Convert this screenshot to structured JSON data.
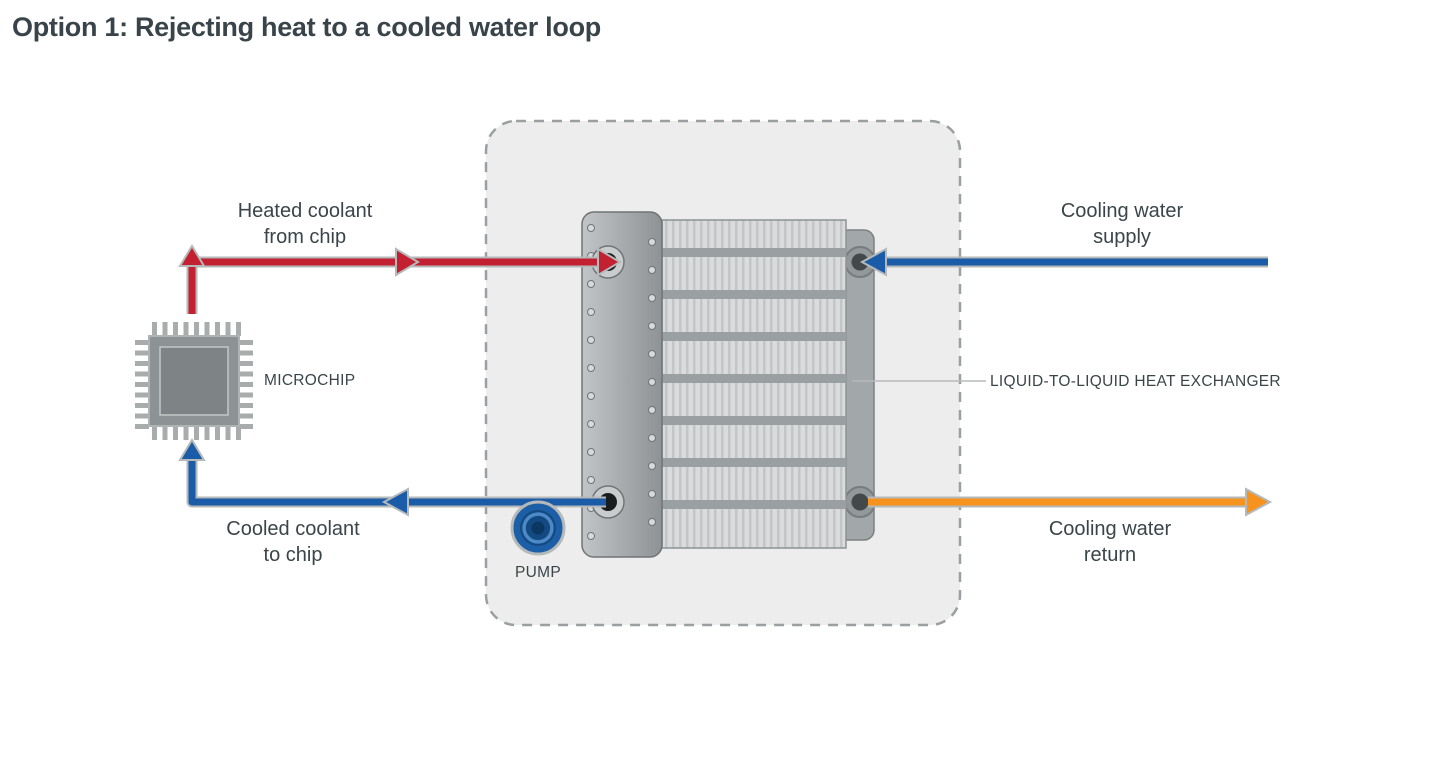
{
  "title": "Option 1: Rejecting heat to a cooled water loop",
  "diagram": {
    "labels": {
      "heated_coolant": "Heated coolant\nfrom chip",
      "cooling_supply": "Cooling water\nsupply",
      "cooled_coolant": "Cooled coolant\nto chip",
      "cooling_return": "Cooling water\nreturn",
      "microchip": "MICROCHIP",
      "heat_exchanger": "LIQUID-TO-LIQUID HEAT EXCHANGER",
      "pump": "PUMP"
    },
    "colors": {
      "hot": "#c32032",
      "cold": "#1b5ca8",
      "return_flow": "#f6921e",
      "casing": "#b5b9ba",
      "box_fill": "#ededed",
      "box_border": "#9aa0a2",
      "text": "#3b4549"
    }
  }
}
